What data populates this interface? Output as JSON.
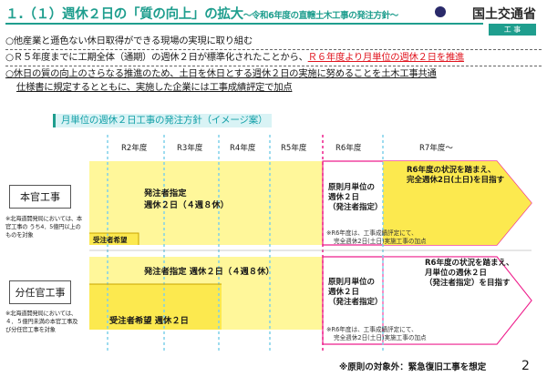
{
  "header": {
    "title": "１.（１）週休２日の「質の向上」の拡大",
    "subtitle": "～令和6年度の直轄土木工事の発注方針～",
    "ministry": "国土交通省",
    "tag": "工 事"
  },
  "bullets": [
    {
      "text": "○他産業と遜色ない休日取得ができる現場の実現に取り組む"
    },
    {
      "pre": "○Ｒ５年度までに工期全体（通期）の週休２日が標準化されたことから、",
      "red": "Ｒ６年度より月単位の週休２日を推進"
    },
    {
      "line1": "○休日の質の向上のさらなる推進のため、土日を休日とする週休２日の実施に努めることを土木工事共通",
      "line2": "仕様書に規定するとともに、実施した企業には工事成績評定で加点"
    }
  ],
  "section_label": "月単位の週休２日工事の発注方針（イメージ案）",
  "years": [
    "R2年度",
    "R3年度",
    "R4年度",
    "R5年度",
    "R6年度",
    "R7年度～"
  ],
  "rows": {
    "honkan": {
      "label": "本官工事",
      "left_note": "※北海道開発局においては、本官工事の うち4．5億円以上の ものを対象",
      "designated_line1": "発注者指定",
      "designated_line2": "週休２日（４週８休）",
      "contractor_hope": "受注者希望",
      "r6_line1": "原則月単位の",
      "r6_line2": "週休２日",
      "r6_line3": "（発注者指定）",
      "r7_line1": "R6年度の状況を踏まえ、",
      "r7_line2": "完全週休2日(土日)を目指す",
      "r6_note1": "※R6年度は、工事成績評定にて、",
      "r6_note2": "完全週休2日(土日)実施工事の加点"
    },
    "bunnin": {
      "label": "分任官工事",
      "left_note": "※北海道開発局においては、４．５億円未満の本官工事及び分任官工事を対象",
      "designated": "発注者指定 週休２日（４週８休）",
      "contractor": "受注者希望 週休２日",
      "r6_line1": "原則月単位の",
      "r6_line2": "週休２日",
      "r6_line3": "（発注者指定）",
      "r7_line1": "R6年度の状況を踏まえ、",
      "r7_line2": "月単位の週休２日",
      "r7_line3": "（発注者指定）を目指す",
      "r6_note1": "※R6年度は、工事成績評定にて、",
      "r6_note2": "完全週休2日(土日)実施工事の加点"
    }
  },
  "footnote": "※原則の対象外：緊急復旧工事を想定",
  "page_number": "2",
  "colors": {
    "teal": "#1f9e8e",
    "yellow": "#fff79a",
    "pink": "#ee1e8c",
    "red": "#e0141e",
    "cyan": "#7fd0ea"
  }
}
